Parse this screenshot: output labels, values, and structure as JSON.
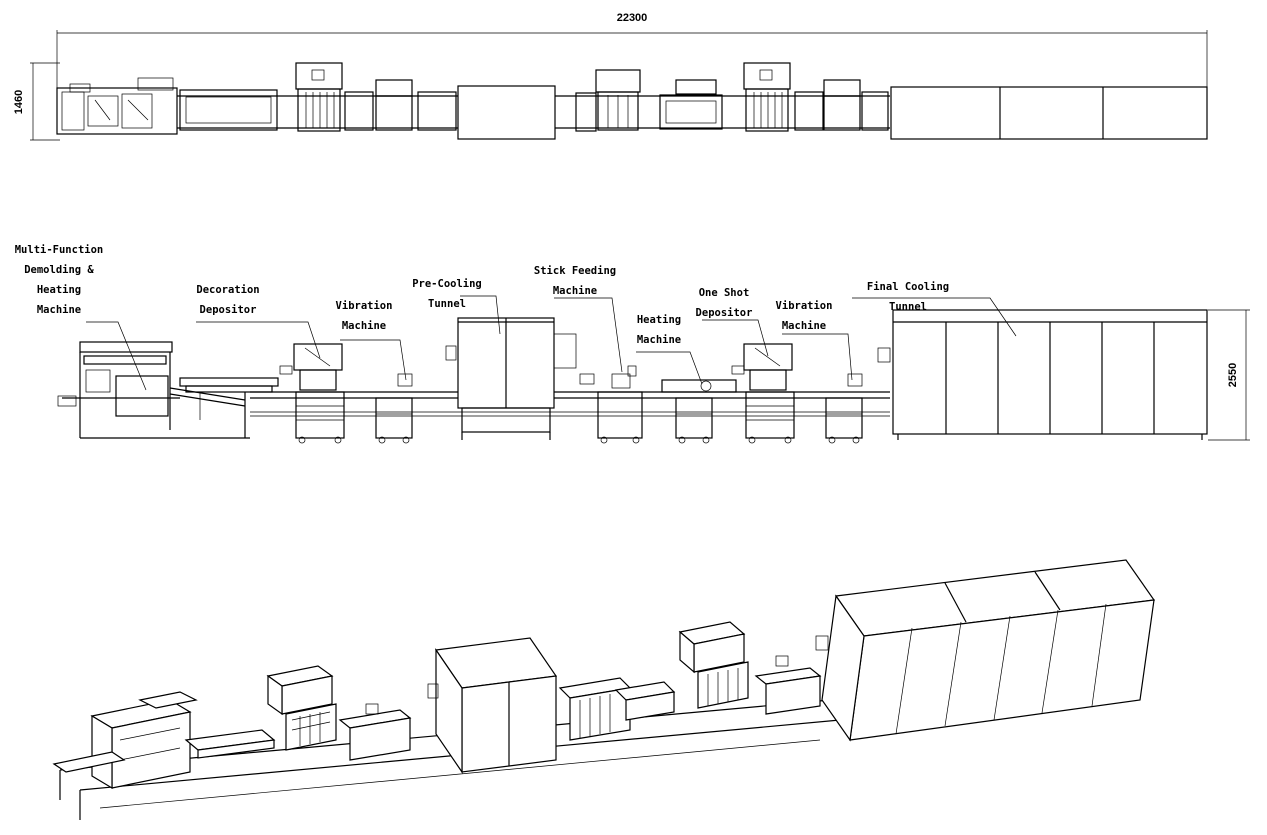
{
  "dimensions": {
    "length": "22300",
    "width": "1460",
    "height": "2550"
  },
  "labels": {
    "multi_function": [
      "Multi-Function",
      "Demolding &",
      "Heating",
      "Machine"
    ],
    "decoration_depositor": [
      "Decoration",
      "Depositor"
    ],
    "vibration_1": [
      "Vibration",
      "Machine"
    ],
    "pre_cooling": [
      "Pre-Cooling Tunnel"
    ],
    "stick_feeding": [
      "Stick Feeding",
      "Machine"
    ],
    "heating": [
      "Heating",
      "Machine"
    ],
    "one_shot": [
      "One Shot",
      "Depositor"
    ],
    "vibration_2": [
      "Vibration",
      "Machine"
    ],
    "final_cooling": [
      "Final Cooling Tunnel"
    ]
  }
}
